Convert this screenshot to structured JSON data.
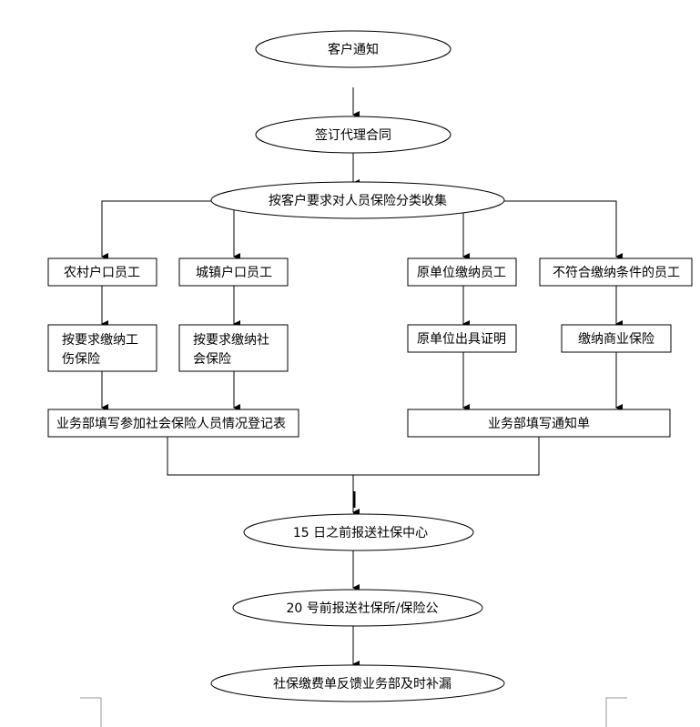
{
  "diagram": {
    "type": "flowchart",
    "nodes": {
      "customer_notice": {
        "shape": "ellipse",
        "label": "客户通知"
      },
      "sign_contract": {
        "shape": "ellipse",
        "label": "签订代理合同"
      },
      "collect_by_type": {
        "shape": "ellipse",
        "label": "按客户要求对人员保险分类收集"
      },
      "rural_staff": {
        "shape": "rect",
        "label": "农村户口员工"
      },
      "urban_staff": {
        "shape": "rect",
        "label": "城镇户口员工"
      },
      "original_unit_staff": {
        "shape": "rect",
        "label": "原单位缴纳员工"
      },
      "ineligible_staff": {
        "shape": "rect",
        "label": "不符合缴纳条件的员工"
      },
      "pay_injury_insurance": {
        "shape": "rect",
        "label_lines": [
          "按要求缴纳工",
          "伤保险"
        ]
      },
      "pay_social_insurance": {
        "shape": "rect",
        "label_lines": [
          "按要求缴纳社",
          "会保险"
        ]
      },
      "original_unit_certificate": {
        "shape": "rect",
        "label": "原单位出具证明"
      },
      "pay_commercial_insurance": {
        "shape": "rect",
        "label": "缴纳商业保险"
      },
      "fill_registration_form": {
        "shape": "rect",
        "label": "业务部填写参加社会保险人员情况登记表"
      },
      "fill_notice_form": {
        "shape": "rect",
        "label": "业务部填写通知单"
      },
      "submit_center": {
        "shape": "ellipse",
        "label": "15 日之前报送社保中心"
      },
      "submit_office": {
        "shape": "ellipse",
        "label": "20  号前报送社保所/保险公"
      },
      "feedback": {
        "shape": "ellipse",
        "label": "社保缴费单反馈业务部及时补漏"
      }
    },
    "edges": [
      [
        "customer_notice",
        "sign_contract"
      ],
      [
        "sign_contract",
        "collect_by_type"
      ],
      [
        "collect_by_type",
        "rural_staff"
      ],
      [
        "collect_by_type",
        "urban_staff"
      ],
      [
        "collect_by_type",
        "original_unit_staff"
      ],
      [
        "collect_by_type",
        "ineligible_staff"
      ],
      [
        "rural_staff",
        "pay_injury_insurance"
      ],
      [
        "urban_staff",
        "pay_social_insurance"
      ],
      [
        "original_unit_staff",
        "original_unit_certificate"
      ],
      [
        "ineligible_staff",
        "pay_commercial_insurance"
      ],
      [
        "pay_injury_insurance",
        "fill_registration_form"
      ],
      [
        "pay_social_insurance",
        "fill_registration_form"
      ],
      [
        "original_unit_certificate",
        "fill_notice_form"
      ],
      [
        "pay_commercial_insurance",
        "fill_notice_form"
      ],
      [
        "fill_registration_form",
        "submit_center"
      ],
      [
        "fill_notice_form",
        "submit_center"
      ],
      [
        "submit_center",
        "submit_office"
      ],
      [
        "submit_office",
        "feedback"
      ]
    ],
    "colors": {
      "stroke": "#000000",
      "fill": "#ffffff",
      "page_corner": "#9a9a9a"
    }
  }
}
